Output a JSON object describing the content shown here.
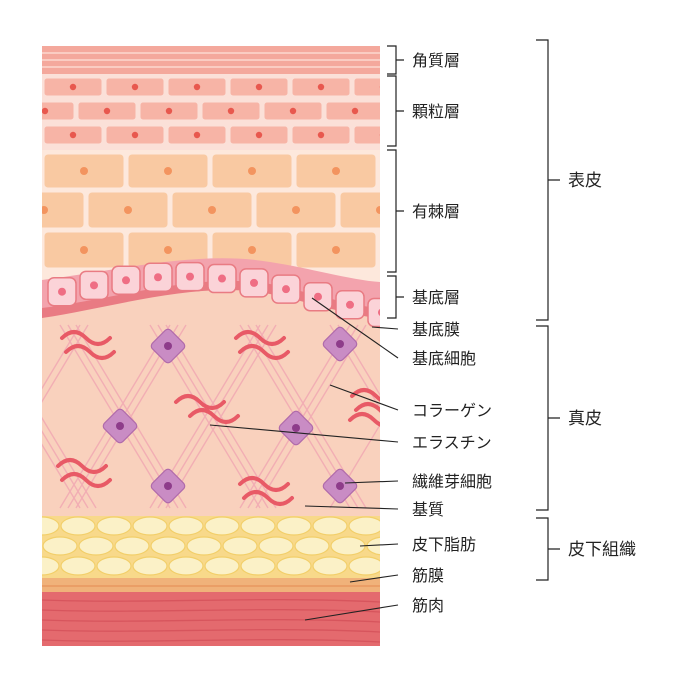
{
  "layers": {
    "stratum_corneum": "角質層",
    "stratum_granulosum": "顆粒層",
    "stratum_spinosum": "有棘層",
    "stratum_basale": "基底層",
    "basement_membrane": "基底膜",
    "basal_cell": "基底細胞",
    "collagen": "コラーゲン",
    "elastin": "エラスチン",
    "fibroblast": "繊維芽細胞",
    "ground_substance": "基質",
    "subcutaneous_fat": "皮下脂肪",
    "fascia": "筋膜",
    "muscle": "筋肉"
  },
  "groups": {
    "epidermis": "表皮",
    "dermis": "真皮",
    "subcutis": "皮下組織"
  }
}
